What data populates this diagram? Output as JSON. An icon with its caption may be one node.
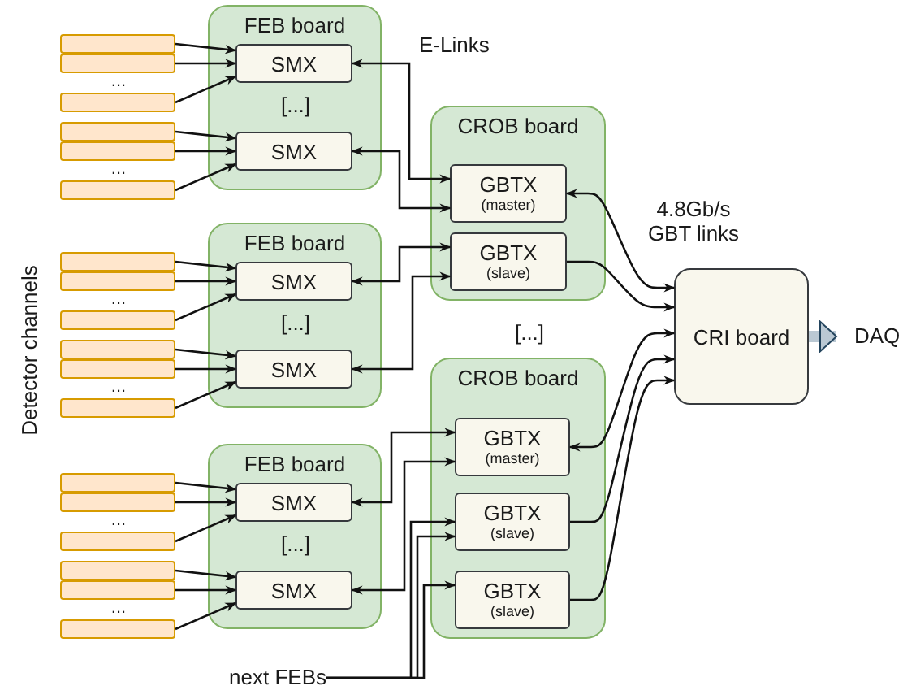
{
  "diagram": {
    "nodes": [
      {
        "text": [
          "FEB board",
          "[...]"
        ]
      },
      {
        "text": [
          "SMX"
        ],
        "in": 0
      },
      {
        "text": [
          "SMX"
        ],
        "in": 0
      },
      {
        "text": [
          "FEB board",
          "[...]"
        ]
      },
      {
        "text": [
          "SMX"
        ],
        "in": 3
      },
      {
        "text": [
          "SMX"
        ],
        "in": 3
      },
      {
        "text": [
          "FEB board",
          "[...]"
        ]
      },
      {
        "text": [
          "SMX"
        ],
        "in": 6
      },
      {
        "text": [
          "SMX"
        ],
        "in": 6
      },
      {
        "text": [
          "CROB board"
        ]
      },
      {
        "text": [
          "GBTX",
          "(master)"
        ],
        "in": 9
      },
      {
        "text": [
          "GBTX",
          "(slave)"
        ],
        "in": 9
      },
      {
        "text": [
          "CROB board"
        ]
      },
      {
        "text": [
          "GBTX",
          "(master)"
        ],
        "in": 12
      },
      {
        "text": [
          "GBTX",
          "(slave)"
        ],
        "in": 12
      },
      {
        "text": [
          "GBTX",
          "(slave)"
        ],
        "in": 12
      },
      {
        "text": [
          "CRI board"
        ]
      },
      {
        "text": [
          "DAQ"
        ]
      },
      {
        "text": [
          "next FEBs"
        ]
      },
      {
        "text": [],
        "shape": "box"
      },
      {
        "text": [],
        "shape": "box"
      },
      {
        "text": [],
        "shape": "box"
      },
      {
        "text": [],
        "shape": "box"
      },
      {
        "text": [],
        "shape": "box"
      },
      {
        "text": [],
        "shape": "box"
      },
      {
        "text": [],
        "shape": "box"
      },
      {
        "text": [],
        "shape": "box"
      },
      {
        "text": [],
        "shape": "box"
      },
      {
        "text": [],
        "shape": "box"
      },
      {
        "text": [],
        "shape": "box"
      },
      {
        "text": [],
        "shape": "box"
      },
      {
        "text": [],
        "shape": "box"
      },
      {
        "text": [],
        "shape": "box"
      },
      {
        "text": [],
        "shape": "box"
      },
      {
        "text": [],
        "shape": "box"
      },
      {
        "text": [],
        "shape": "box"
      },
      {
        "text": [],
        "shape": "box"
      }
    ],
    "edges": [
      {
        "from": 19,
        "to": 1,
        "arrow": "to"
      },
      {
        "from": 20,
        "to": 1,
        "arrow": "to"
      },
      {
        "from": 21,
        "to": 1,
        "arrow": "to"
      },
      {
        "from": 22,
        "to": 2,
        "arrow": "to"
      },
      {
        "from": 23,
        "to": 2,
        "arrow": "to"
      },
      {
        "from": 24,
        "to": 2,
        "arrow": "to"
      },
      {
        "from": 25,
        "to": 4,
        "arrow": "to"
      },
      {
        "from": 26,
        "to": 4,
        "arrow": "to"
      },
      {
        "from": 27,
        "to": 4,
        "arrow": "to"
      },
      {
        "from": 28,
        "to": 5,
        "arrow": "to"
      },
      {
        "from": 29,
        "to": 5,
        "arrow": "to"
      },
      {
        "from": 30,
        "to": 5,
        "arrow": "to"
      },
      {
        "from": 31,
        "to": 7,
        "arrow": "to"
      },
      {
        "from": 32,
        "to": 7,
        "arrow": "to"
      },
      {
        "from": 33,
        "to": 7,
        "arrow": "to"
      },
      {
        "from": 34,
        "to": 8,
        "arrow": "to"
      },
      {
        "from": 35,
        "to": 8,
        "arrow": "to"
      },
      {
        "from": 36,
        "to": 8,
        "arrow": "to"
      },
      {
        "from": 1,
        "to": 10,
        "arrow": "both"
      },
      {
        "from": 2,
        "to": 10,
        "arrow": "both"
      },
      {
        "from": 4,
        "to": 11,
        "arrow": "both"
      },
      {
        "from": 5,
        "to": 11,
        "arrow": "both"
      },
      {
        "from": 7,
        "to": 13,
        "arrow": "both"
      },
      {
        "from": 8,
        "to": 13,
        "arrow": "both"
      },
      {
        "from": 18,
        "to": 14,
        "arrow": "to"
      },
      {
        "from": 18,
        "to": 14,
        "arrow": "to"
      },
      {
        "from": 18,
        "to": 15,
        "arrow": "to"
      },
      {
        "from": 10,
        "to": 16,
        "arrow": "both"
      },
      {
        "from": 11,
        "to": 16,
        "arrow": "to"
      },
      {
        "from": 13,
        "to": 16,
        "arrow": "both"
      },
      {
        "from": 14,
        "to": 16,
        "arrow": "to"
      },
      {
        "from": 15,
        "to": 16,
        "arrow": "to"
      },
      {
        "from": 16,
        "to": 17,
        "arrow": "to",
        "style": "thick",
        "color": "#bac8d3"
      }
    ],
    "labels": [
      "E-Links",
      "...",
      "...",
      "4.8Gb/s GBT links",
      "...",
      "[...]",
      "...",
      "...",
      "...",
      "Detector channels"
    ]
  }
}
